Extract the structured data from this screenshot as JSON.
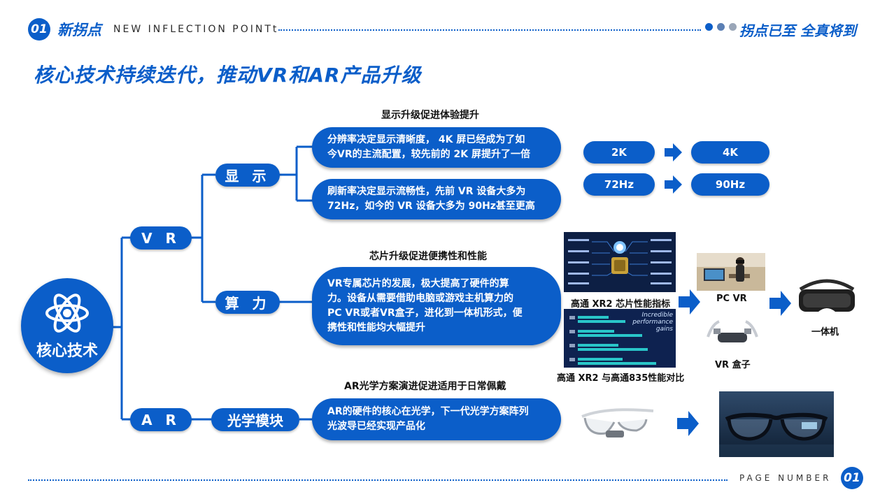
{
  "header": {
    "num": "01",
    "title": "新拐点",
    "subtitle": "NEW INFLECTION POINTt",
    "slogan": "拐点已至 全真将到"
  },
  "main_title": "核心技术持续迭代，推动VR和AR产品升级",
  "center_node": {
    "label": "核心技术"
  },
  "tree": {
    "vr": "V R",
    "ar": "A R",
    "display": "显 示",
    "compute": "算 力",
    "optics": "光学模块"
  },
  "sections": {
    "display": {
      "title": "显示升级促进体验提升",
      "desc1": [
        "分辨率决定显示清晰度， 4K 屏已经成为了如",
        "今VR的主流配置，较先前的 2K 屏提升了一倍"
      ],
      "desc2": [
        "刷新率决定显示流畅性，先前 VR 设备大多为",
        "72Hz，如今的 VR 设备大多为 90Hz甚至更高"
      ],
      "res_from": "2K",
      "res_to": "4K",
      "hz_from": "72Hz",
      "hz_to": "90Hz"
    },
    "chip": {
      "title": "芯片升级促进便携性和性能",
      "desc": [
        "VR专属芯片的发展，极大提高了硬件的算",
        "力。设备从需要借助电脑或游戏主机算力的",
        "PC VR或者VR盒子，进化到一体机形式，便",
        "携性和性能均大幅提升"
      ],
      "img1_caption": "高通 XR2 芯片性能指标",
      "img2_caption": "高通 XR2 与高通835性能对比",
      "img2_text": [
        "Incredible",
        "performance",
        "gains"
      ],
      "pcvr": "PC VR",
      "vrbox": "VR 盒子",
      "aio": "一体机"
    },
    "ar": {
      "title": "AR光学方案演进促进适用于日常佩戴",
      "desc": [
        "AR的硬件的核心在光学，下一代光学方案阵列",
        "光波导已经实现产品化"
      ]
    }
  },
  "footer": {
    "label": "PAGE NUMBER",
    "num": "01"
  },
  "colors": {
    "primary": "#0b5ec9",
    "dark": "#0a3f8f"
  },
  "icons": [
    "atom-icon",
    "arrow-right-icon"
  ]
}
